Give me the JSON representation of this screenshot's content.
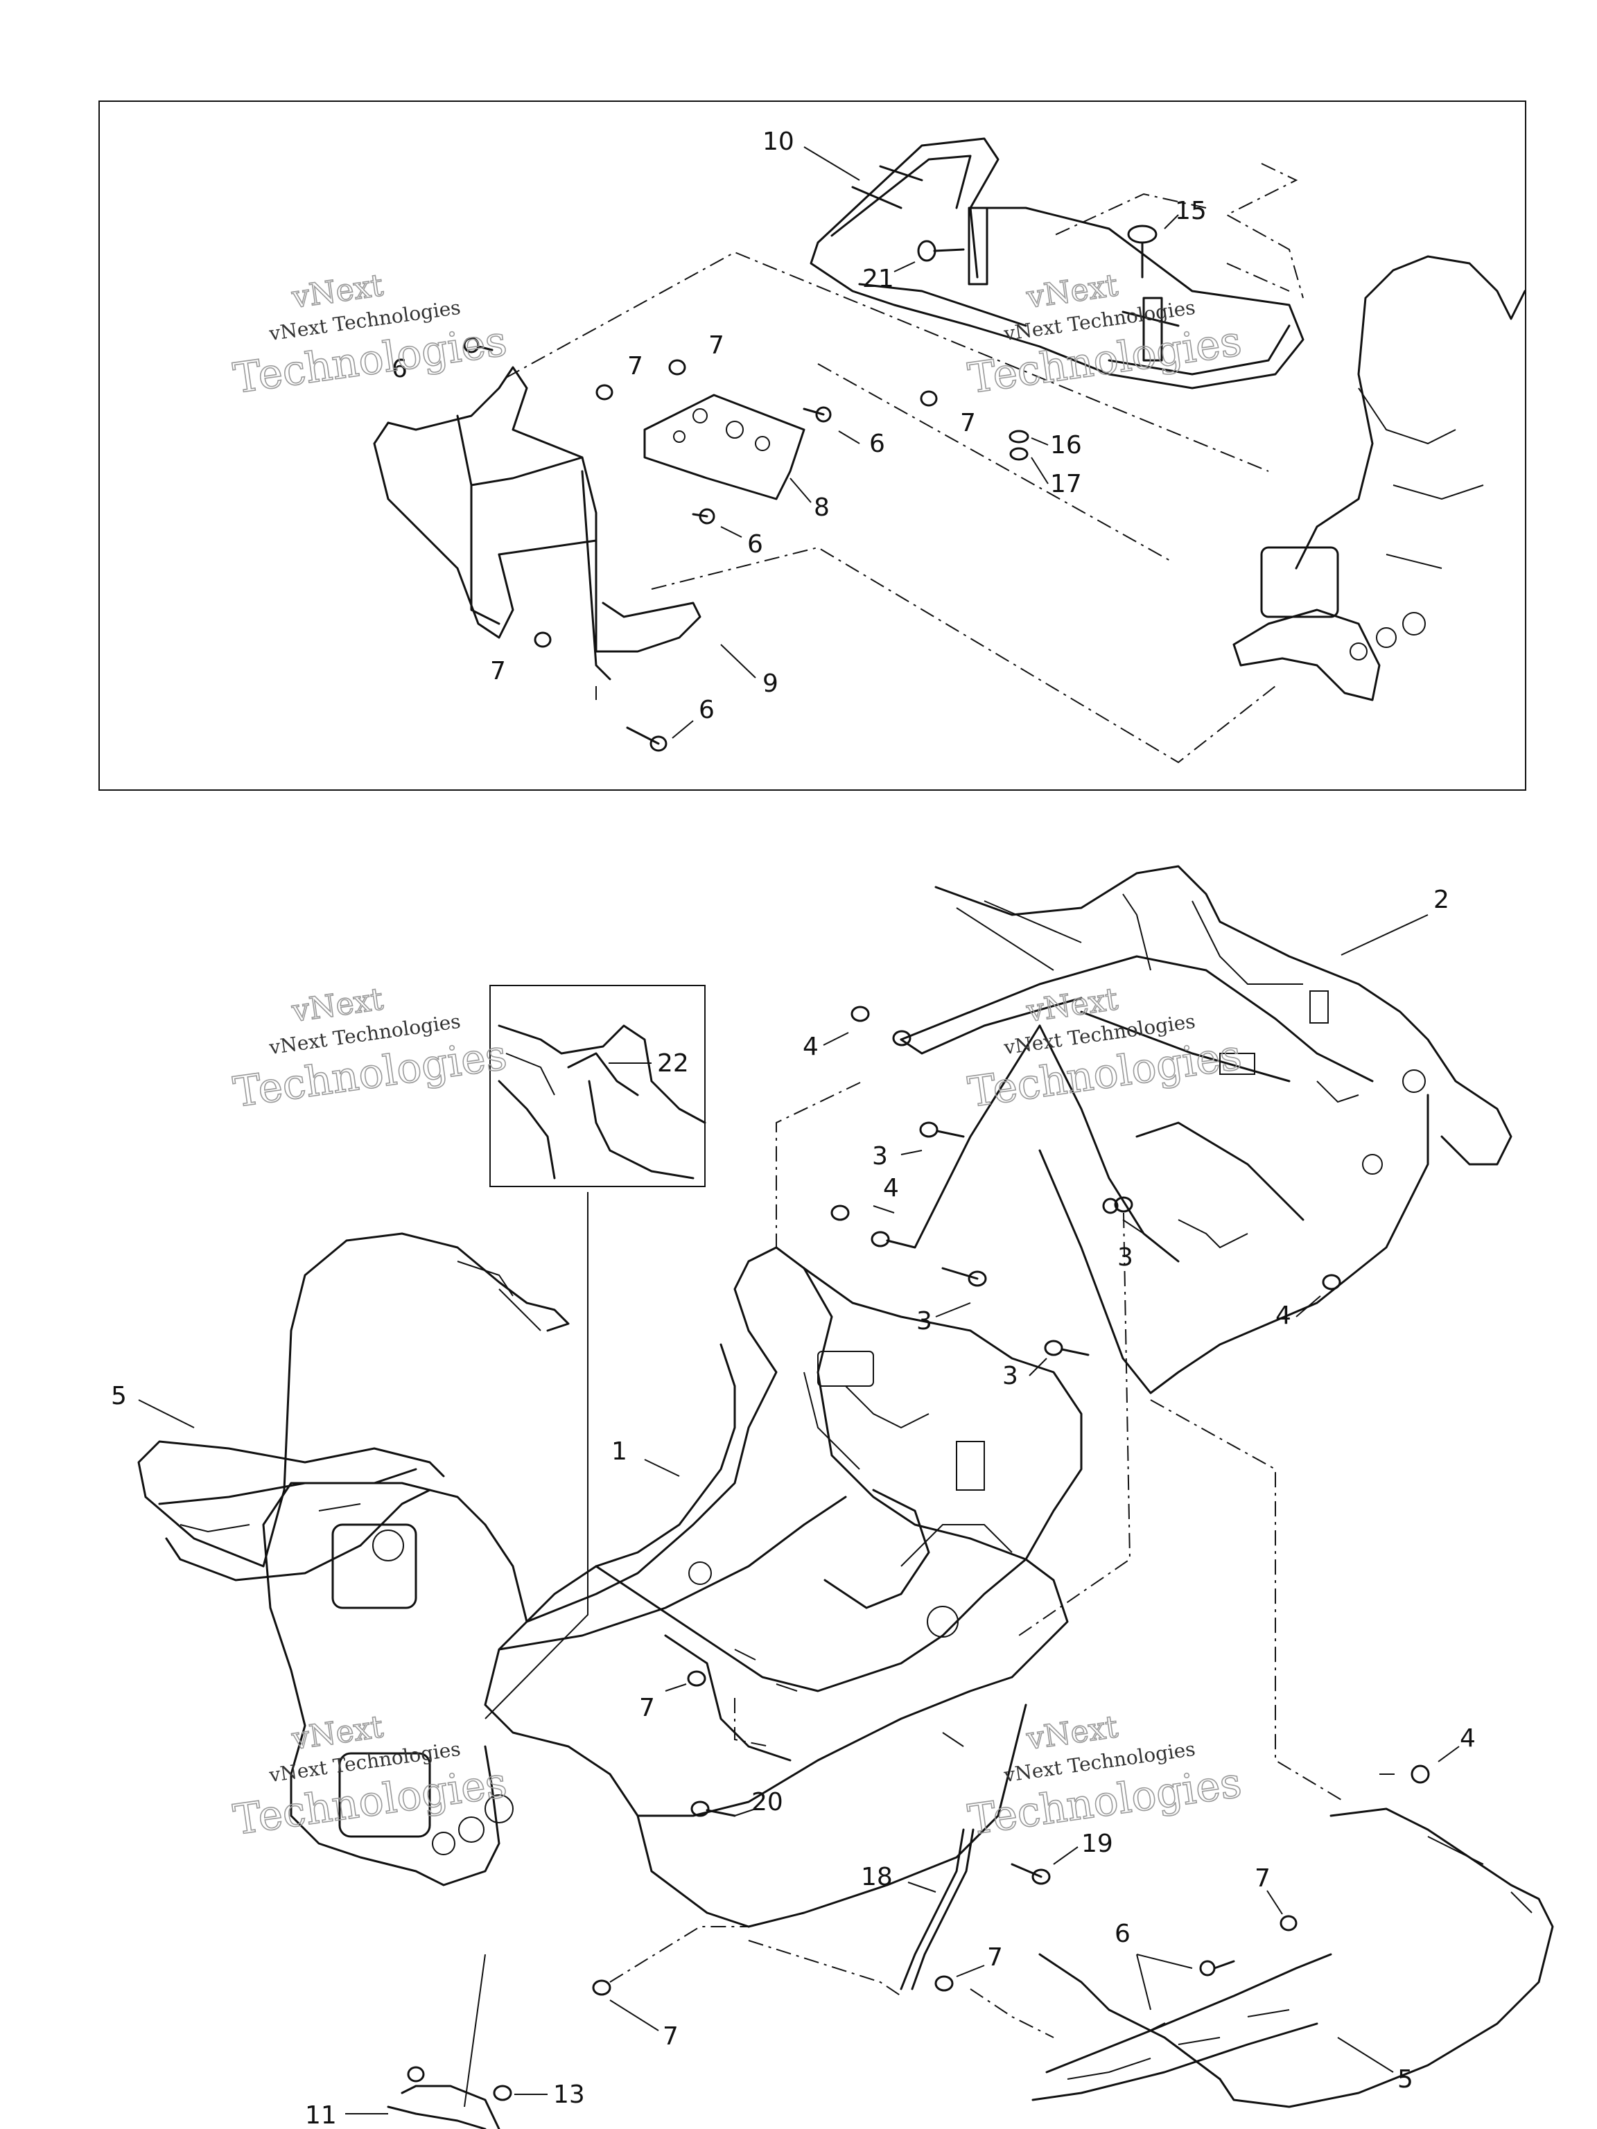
{
  "watermark": {
    "line1": "vNext",
    "line2": "vNext Technologies",
    "line3": "Technologies"
  },
  "callouts": {
    "c1": "1",
    "c2": "2",
    "c3": "3",
    "c4": "4",
    "c5": "5",
    "c6": "6",
    "c7": "7",
    "c8": "8",
    "c9": "9",
    "c10": "10",
    "c11": "11",
    "c13": "13",
    "c15": "15",
    "c16": "16",
    "c17": "17",
    "c18": "18",
    "c19": "19",
    "c20": "20",
    "c21": "21",
    "c22": "22"
  }
}
